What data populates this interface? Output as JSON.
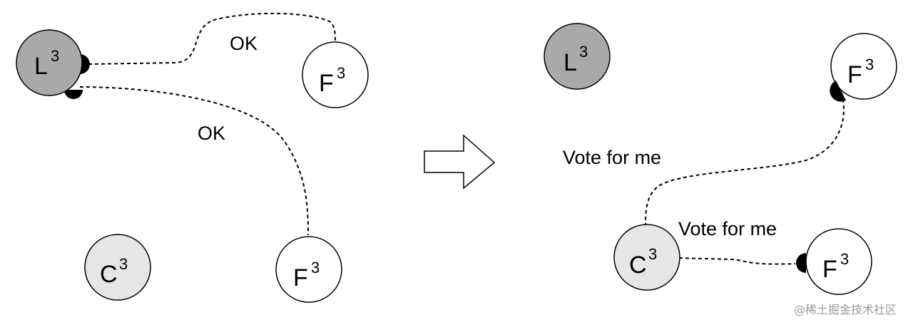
{
  "diagram": {
    "colors": {
      "leader_fill": "#a9a9a9",
      "candidate_fill": "#e6e6e6",
      "follower_fill": "#ffffff",
      "stroke": "#000000"
    },
    "before": {
      "nodes": [
        {
          "id": "left-leader",
          "letter": "L",
          "term": "3",
          "role": "leader"
        },
        {
          "id": "left-follower-top",
          "letter": "F",
          "term": "3",
          "role": "follower"
        },
        {
          "id": "left-follower-bottom",
          "letter": "F",
          "term": "3",
          "role": "follower"
        },
        {
          "id": "left-candidate",
          "letter": "C",
          "term": "3",
          "role": "candidate"
        }
      ],
      "edges": [
        {
          "id": "left-ok-top",
          "label": "OK"
        },
        {
          "id": "left-ok-bottom",
          "label": "OK"
        }
      ]
    },
    "after": {
      "nodes": [
        {
          "id": "right-leader",
          "letter": "L",
          "term": "3",
          "role": "leader"
        },
        {
          "id": "right-follower-top",
          "letter": "F",
          "term": "3",
          "role": "follower"
        },
        {
          "id": "right-candidate",
          "letter": "C",
          "term": "3",
          "role": "candidate"
        },
        {
          "id": "right-follower-bottom",
          "letter": "F",
          "term": "3",
          "role": "follower"
        }
      ],
      "edges": [
        {
          "id": "right-vote-top",
          "label": "Vote for me"
        },
        {
          "id": "right-vote-bottom",
          "label": "Vote for me"
        }
      ]
    },
    "watermark": "@稀土掘金技术社区"
  }
}
